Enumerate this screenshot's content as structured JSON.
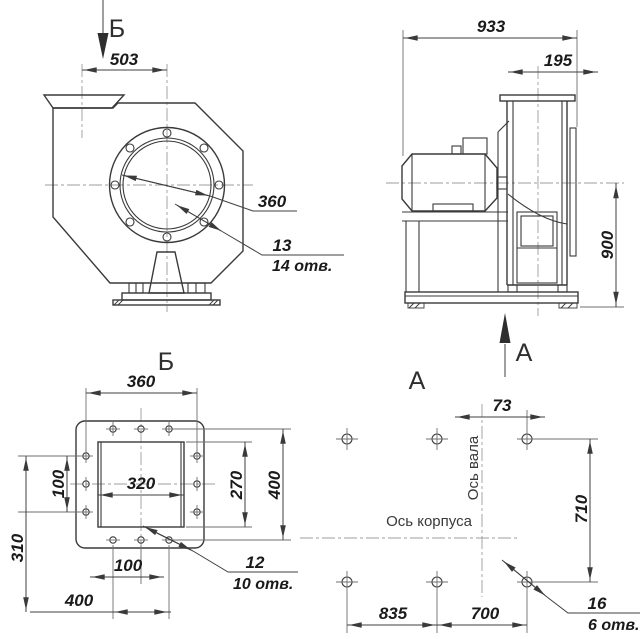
{
  "front": {
    "arrow_label": "Б",
    "d503": "503",
    "d360": "360",
    "hole_d": "13",
    "hole_n": "14 отв."
  },
  "side": {
    "arrow_label": "А",
    "d933": "933",
    "d195": "195",
    "d900": "900"
  },
  "flange": {
    "title": "Б",
    "d360": "360",
    "d320": "320",
    "d270": "270",
    "d400_right": "400",
    "d100_left": "100",
    "d310": "310",
    "d100_bottom": "100",
    "d400_bottom": "400",
    "hole_d": "12",
    "hole_n": "10 отв."
  },
  "foundation": {
    "title": "А",
    "axis_shaft": "Ось вала",
    "axis_housing": "Ось корпуса",
    "d73": "73",
    "d710": "710",
    "d835": "835",
    "d700": "700",
    "hole_d": "16",
    "hole_n": "6 отв."
  },
  "colors": {
    "line": "#3a3a3a",
    "thin": "#6f6f6f",
    "centerline": "#9c9c9c",
    "text": "#1a1a1a",
    "background": "#ffffff"
  }
}
